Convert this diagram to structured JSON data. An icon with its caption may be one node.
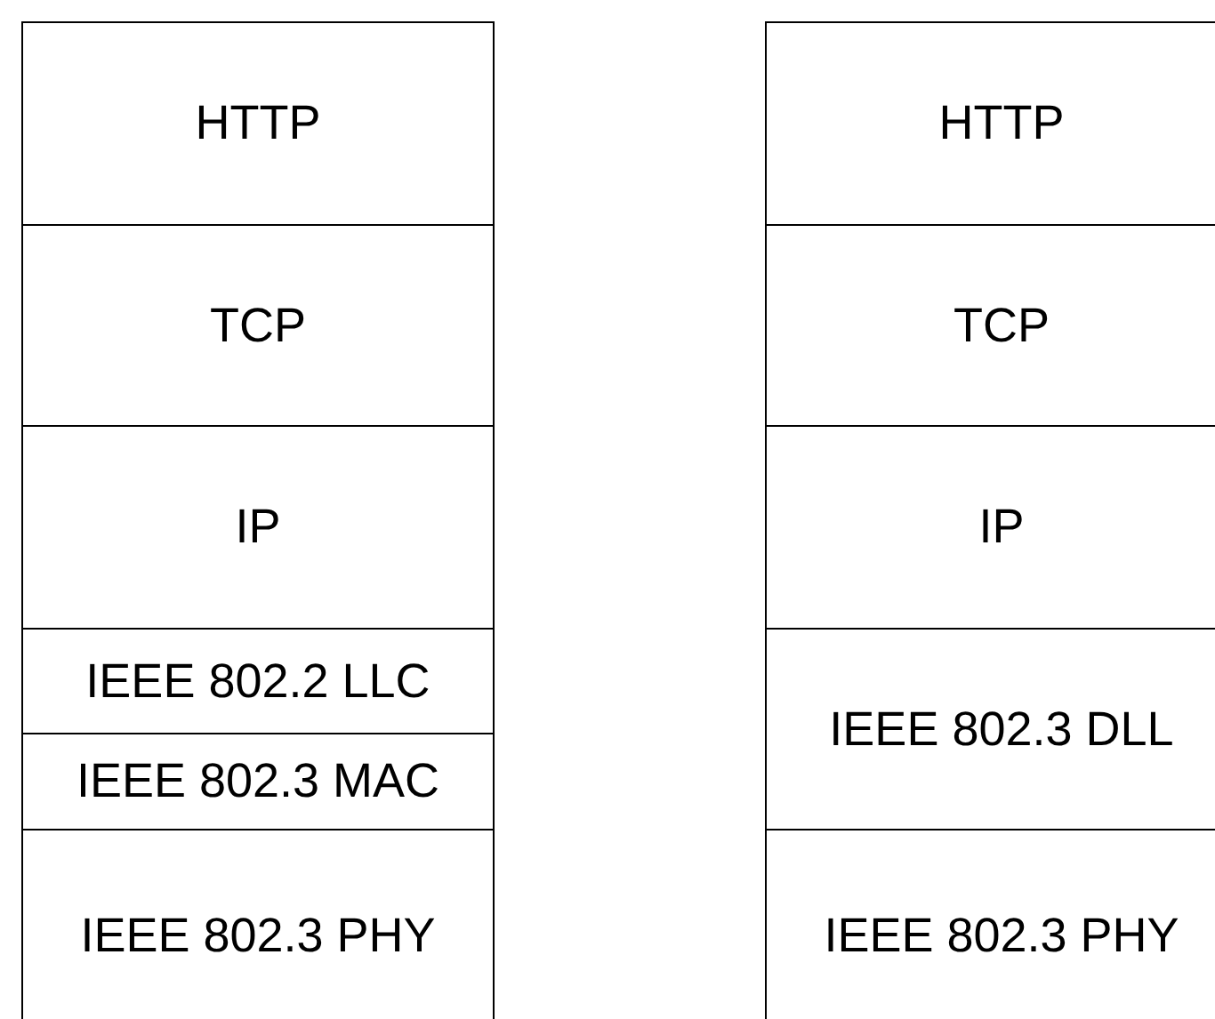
{
  "diagram": {
    "nodes": [
      {
        "text": [
          "HTTP"
        ]
      },
      {
        "text": [
          "TCP"
        ]
      },
      {
        "text": [
          "IP"
        ]
      },
      {
        "text": [
          "IEEE 802.2 LLC"
        ]
      },
      {
        "text": [
          "IEEE 802.3 MAC"
        ]
      },
      {
        "text": [
          "IEEE 802.3 PHY"
        ]
      },
      {
        "text": [
          "HTTP"
        ]
      },
      {
        "text": [
          "TCP"
        ]
      },
      {
        "text": [
          "IP"
        ]
      },
      {
        "text": [
          "IEEE 802.3 DLL"
        ]
      },
      {
        "text": [
          "IEEE 802.3 PHY"
        ]
      }
    ]
  }
}
